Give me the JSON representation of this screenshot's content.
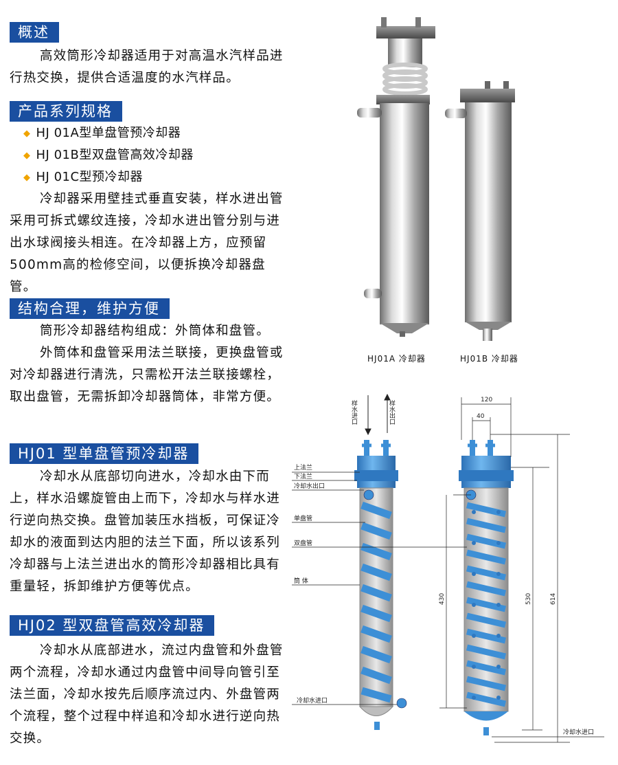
{
  "sections": {
    "overview": {
      "title": "概述",
      "text": "高效筒形冷却器适用于对高温水汽样品进行热交换，提供合适温度的水汽样品。"
    },
    "series": {
      "title": "产品系列规格",
      "items": [
        "HJ 01A型单盘管预冷却器",
        "HJ 01B型双盘管高效冷却器",
        "HJ 01C型预冷却器"
      ],
      "text": "冷却器采用壁挂式垂直安装，样水进出管采用可拆式螺纹连接，冷却水进出管分别与进出水球阀接头相连。在冷却器上方，应预留500mm高的检修空间，以便拆换冷却器盘管。"
    },
    "structure": {
      "title": "结构合理，维护方便",
      "text1": "筒形冷却器结构组成：外筒体和盘管。",
      "text2": "外筒体和盘管采用法兰联接，更换盘管或对冷却器进行清洗，只需松开法兰联接螺栓，取出盘管，无需拆卸冷却器筒体，非常方便。"
    },
    "hj01": {
      "title": "HJ01 型单盘管预冷却器",
      "text": "冷却水从底部切向进水，冷却水由下而上，样水沿螺旋管由上而下，冷却水与样水进行逆向热交换。盘管加装压水挡板，可保证冷却水的液面到达内胆的法兰下面，所以该系列冷却器与上法兰进出水的筒形冷却器相比具有重量轻，拆卸维护方便等优点。"
    },
    "hj02": {
      "title": "HJ02 型双盘管高效冷却器",
      "text": "冷却水从底部进水，流过内盘管和外盘管两个流程，冷却水通过内盘管中间导向管引至法兰面，冷却水按先后顺序流过内、外盘管两个流程，整个过程中样追和冷却水进行逆向热交换。"
    }
  },
  "photo_captions": [
    "HJ01A 冷却器",
    "HJ01B 冷却器"
  ],
  "diagram": {
    "sample_in": "样水进口",
    "sample_out": "样水出口",
    "labels": {
      "upper_flange": "上法兰",
      "lower_flange": "下法兰",
      "cooling_out": "冷却水出口",
      "single_coil": "单盘管",
      "double_coil": "双盘管",
      "shell": "筒 体",
      "cooling_in_left": "冷却水进口",
      "cooling_in_right": "冷却水进口"
    },
    "dims": {
      "d120": "120",
      "d40": "40",
      "d430": "430",
      "d530": "530",
      "d614": "614"
    }
  },
  "colors": {
    "header_bg": "#1a4fa0",
    "bullet": "#f0a400",
    "diagram_blue": "#3d8fd6"
  },
  "icons": {
    "bullet": "diamond-bullet-icon"
  }
}
